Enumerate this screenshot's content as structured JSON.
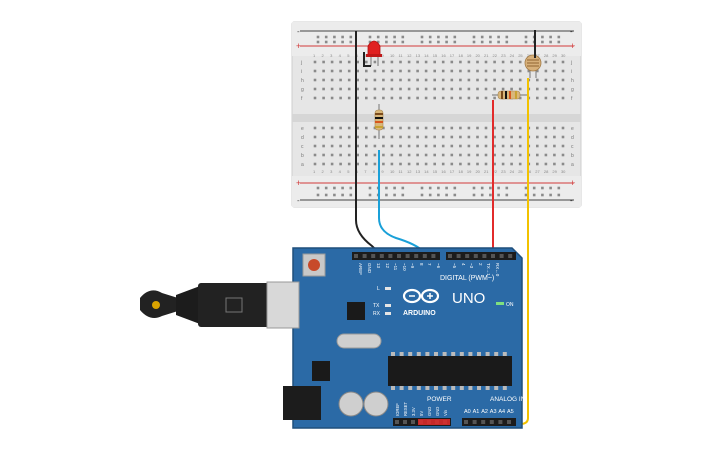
{
  "board": {
    "brand": "ARDUINO",
    "model": "UNO",
    "digital_label": "DIGITAL (PWM~)",
    "power_label": "POWER",
    "analog_label": "ANALOG IN",
    "on_label": "ON",
    "tx_label": "TX",
    "rx_label": "RX",
    "l_label": "L",
    "digital_pins": [
      "AREF",
      "GND",
      "13",
      "12",
      "~11",
      "~10",
      "~9",
      "8",
      "7",
      "~6",
      "~5",
      "4",
      "~3",
      "2",
      "TX→1",
      "RX←0"
    ],
    "power_pins": [
      "IOREF",
      "RESET",
      "3.3V",
      "5V",
      "GND",
      "GND",
      "Vin"
    ],
    "analog_pins": [
      "A0",
      "A1",
      "A2",
      "A3",
      "A4",
      "A5"
    ]
  },
  "breadboard": {
    "row_letters_top": [
      "j",
      "i",
      "h",
      "g",
      "f"
    ],
    "row_letters_bottom": [
      "e",
      "d",
      "c",
      "b",
      "a"
    ],
    "columns": [
      "1",
      "2",
      "3",
      "4",
      "5",
      "6",
      "7",
      "8",
      "9",
      "10",
      "11",
      "12",
      "13",
      "14",
      "15",
      "16",
      "17",
      "18",
      "19",
      "20",
      "21",
      "22",
      "23",
      "24",
      "25",
      "26",
      "27",
      "28",
      "29",
      "30"
    ],
    "plus": "+",
    "minus": "-"
  },
  "colors": {
    "board": "#2b6aa6",
    "board_dark": "#1f4f7c",
    "breadboard": "#e4e4e4",
    "rail_red": "#d23a3a",
    "rail_black": "#444444",
    "wire_black": "#222222",
    "wire_blue": "#1aa0d8",
    "wire_red": "#e22b2b",
    "wire_yellow": "#f2c200",
    "led": "#e02020"
  },
  "components": {
    "led": "red-led",
    "photoresistor": "ldr-sensor",
    "resistor_vertical": "resistor",
    "resistor_horizontal": "resistor",
    "usb_cable": "usb-b-cable",
    "reset_button": "reset-button"
  }
}
